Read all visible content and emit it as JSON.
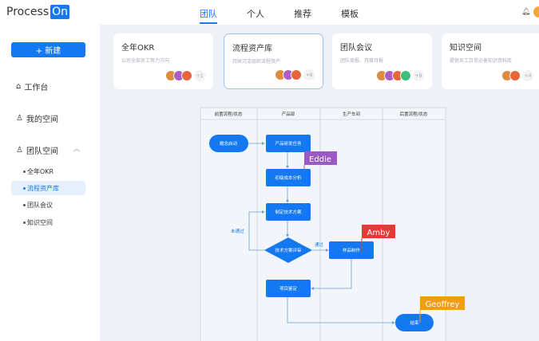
{
  "header": {
    "logo_text": "Process",
    "logo_badge": "On",
    "tabs": [
      {
        "label": "团队",
        "active": true
      },
      {
        "label": "个人"
      },
      {
        "label": "推荐"
      },
      {
        "label": "模板"
      }
    ],
    "icons": [
      "bell-icon",
      "avatar"
    ]
  },
  "sidebar": {
    "new_button": "+ 新建",
    "items": [
      {
        "label": "工作台",
        "icon": "home-icon"
      },
      {
        "label": "我的空间",
        "icon": "user-icon"
      },
      {
        "label": "团队空间",
        "icon": "team-icon"
      }
    ],
    "sub_items": [
      {
        "label": "全年OKR"
      },
      {
        "label": "流程资产库",
        "active": true
      },
      {
        "label": "团队会议"
      },
      {
        "label": "知识空间"
      }
    ]
  },
  "cards": [
    {
      "title": "全年OKR",
      "desc": "公司全部员工努力方向",
      "more": "+1"
    },
    {
      "title": "流程资产库",
      "desc": "持续沉淀组织流程资产",
      "more": "+6"
    },
    {
      "title": "团队会议",
      "desc": "团队周报、月度月报",
      "more": "+9"
    },
    {
      "title": "知识空间",
      "desc": "提供员工日常必备知识资料库",
      "more": "+4"
    }
  ],
  "flowchart": {
    "lanes": [
      "前置流程/状态",
      "产品部",
      "生产车间",
      "后置流程/状态"
    ],
    "nodes": {
      "start": "概念启动",
      "task": "产品研发任务",
      "cost": "初级成本分析",
      "plan": "制定技术方案",
      "review": "技术方案评审",
      "sample": "样品制作",
      "appraise": "项目鉴定",
      "end": "结束"
    },
    "edge_labels": {
      "fail": "未通过",
      "pass": "通过"
    },
    "cursors": [
      {
        "name": "Eddie",
        "color": "#9b59c6"
      },
      {
        "name": "Amby",
        "color": "#e53935"
      },
      {
        "name": "Geoffrey",
        "color": "#f39c12"
      }
    ]
  },
  "colors": {
    "accent": "#1478f0",
    "background": "#eef2f7"
  }
}
